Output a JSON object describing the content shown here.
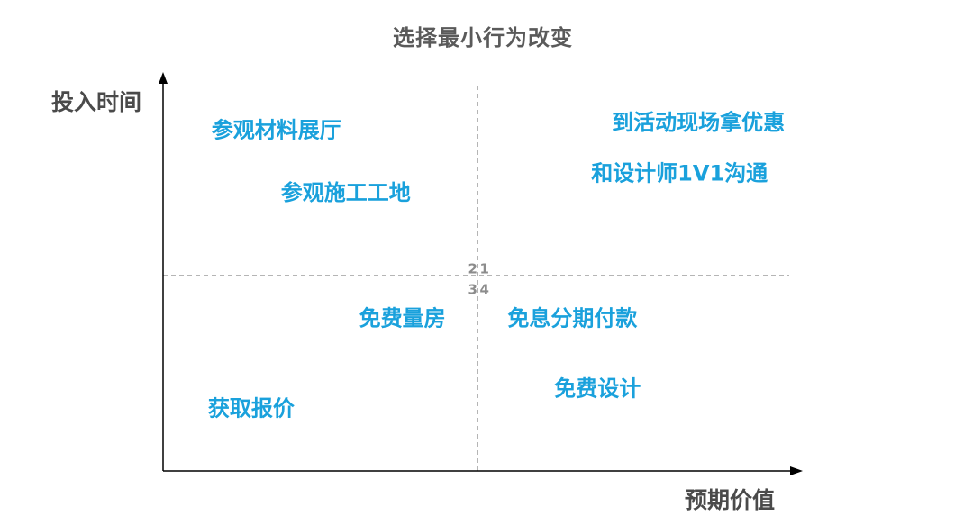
{
  "chart_data": {
    "type": "scatter",
    "title": "选择最小行为改变",
    "xlabel": "预期价值",
    "ylabel": "投入时间",
    "xlim": [
      0,
      1
    ],
    "ylim": [
      0,
      1
    ],
    "grid": false,
    "quadrant_dividers": {
      "x": 0.5,
      "y": 0.5
    },
    "quadrant_numbers": [
      {
        "label": "2",
        "quadrant": "top-left"
      },
      {
        "label": "1",
        "quadrant": "top-right"
      },
      {
        "label": "3",
        "quadrant": "bottom-left"
      },
      {
        "label": "4",
        "quadrant": "bottom-right"
      }
    ],
    "points": [
      {
        "label": "参观材料展厅",
        "x": 0.18,
        "y": 0.87
      },
      {
        "label": "参观施工工地",
        "x": 0.29,
        "y": 0.71
      },
      {
        "label": "到活动现场拿优惠",
        "x": 0.85,
        "y": 0.89
      },
      {
        "label": "和设计师1V1沟通",
        "x": 0.82,
        "y": 0.76
      },
      {
        "label": "免费量房",
        "x": 0.38,
        "y": 0.39
      },
      {
        "label": "免息分期付款",
        "x": 0.65,
        "y": 0.39
      },
      {
        "label": "免费设计",
        "x": 0.69,
        "y": 0.21
      },
      {
        "label": "获取报价",
        "x": 0.14,
        "y": 0.16
      }
    ],
    "colors": {
      "points": "#1aa1dc",
      "axis": "#000000",
      "divider": "#b5b5b5",
      "quadrant_numbers": "#8c8c8c"
    }
  }
}
